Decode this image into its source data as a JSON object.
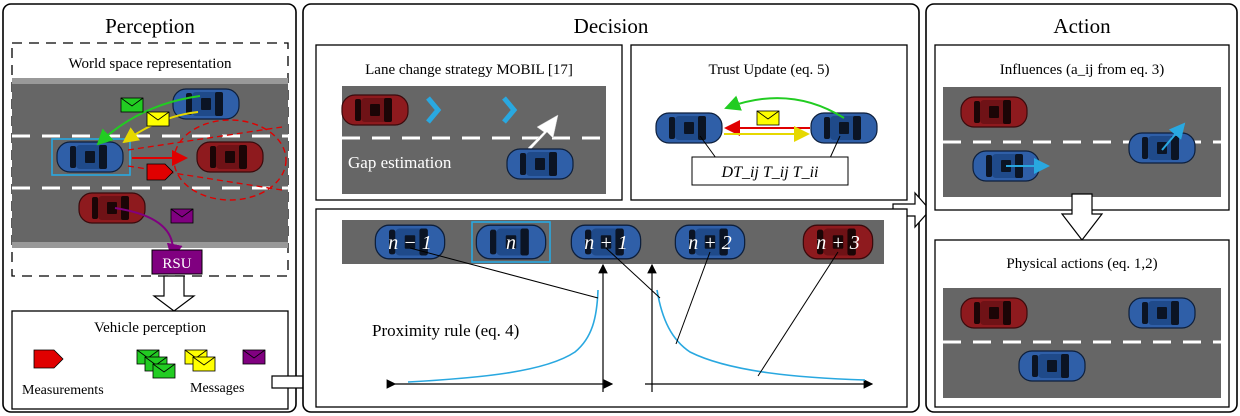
{
  "perception": {
    "title": "Perception",
    "world_title": "World space representation",
    "rsu_label": "RSU",
    "vehicle_perception_title": "Vehicle perception",
    "measurements_label": "Measurements",
    "messages_label": "Messages"
  },
  "decision": {
    "title": "Decision",
    "lane_change_title": "Lane change strategy MOBIL [17]",
    "gap_label": "Gap estimation",
    "trust_title": "Trust Update (eq. 5)",
    "trust_terms": "DT_ij  T_ij  T_ii",
    "proximity_label": "Proximity rule (eq. 4)",
    "vehicle_labels": [
      "n − 1",
      "n",
      "n + 1",
      "n + 2",
      "n + 3"
    ]
  },
  "action": {
    "title": "Action",
    "influences_title": "Influences (a_ij from eq. 3)",
    "physical_title": "Physical actions (eq. 1,2)"
  },
  "colors": {
    "blue_car": "#2f5fa8",
    "red_car": "#8e1a1e",
    "road": "#666666",
    "rsu": "#800080",
    "message_yellow": "#ffff00",
    "message_green": "#22cc22",
    "measurement_red": "#e00000",
    "curve": "#29a8e0",
    "highlight": "#29a8e0"
  }
}
